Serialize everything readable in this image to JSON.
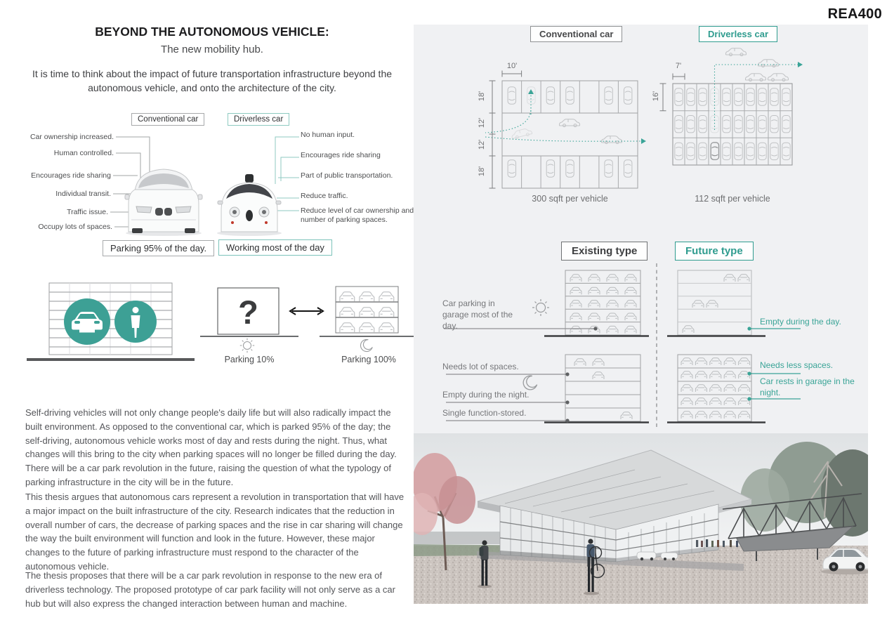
{
  "page": {
    "code": "REA400"
  },
  "colors": {
    "accent_teal": "#2f9c8f",
    "icon_teal": "#3da095",
    "text_dark": "#1d1d1f",
    "text_gray": "#55565a"
  },
  "left": {
    "title": "BEYOND THE AUTONOMOUS VEHICLE:",
    "subtitle": "The new mobility hub.",
    "intro": "It is time to think about the impact of future transportation infrastructure beyond the autonomous vehicle, and onto the architecture of the city.",
    "conventional": {
      "label": "Conventional car",
      "status": "Parking 95% of the day.",
      "traits": [
        "Car ownership increased.",
        "Human controlled.",
        "Encourages ride sharing",
        "Individual transit.",
        "Traffic issue.",
        "Occupy lots of spaces."
      ]
    },
    "driverless": {
      "label": "Driverless car",
      "status": "Working most of the day",
      "traits": [
        "No human input.",
        "Encourages ride sharing",
        "Part of public transportation.",
        "Reduce traffic.",
        "Reduce level of car ownership and number of parking spaces."
      ]
    },
    "cycle": {
      "question_mark": "?",
      "day_label": "Parking 10%",
      "night_label": "Parking 100%",
      "day_icon": "sun",
      "night_icon": "moon"
    },
    "paragraphs": [
      "Self-driving vehicles will not only change people's daily life but will also radically impact the built environment. As opposed to the conventional car, which is parked 95% of the day; the self-driving, autonomous vehicle works most of day and rests during the night. Thus, what changes will this bring to the city when parking spaces will no longer be filled during the day. There will be a car park revolution in the future, raising the question of what the typology of parking infrastructure in the city will be in the future.",
      "This thesis argues that autonomous cars represent a revolution in transportation that will have a major impact on the built infrastructure of the city. Research indicates that the reduction in overall number of cars, the decrease of parking spaces and the rise in car sharing will change the way the built environment will function and look in the future. However, these major changes to the future of parking infrastructure must respond to the character of the autonomous vehicle.",
      "The thesis proposes that there will be a car park revolution in response to the new era of driverless technology. The proposed prototype of car park facility will not only serve as a car hub but will also express the changed interaction between human and machine."
    ]
  },
  "right": {
    "lots": {
      "conventional": {
        "label": "Conventional car",
        "stall_width": "10'",
        "depths": [
          "18'",
          "12'",
          "12'",
          "18'"
        ],
        "caption": "300 sqft per vehicle"
      },
      "driverless": {
        "label": "Driverless car",
        "stall_width": "7'",
        "stall_depth": "16'",
        "caption": "112 sqft per vehicle"
      }
    },
    "types": {
      "existing": {
        "label": "Existing type",
        "day_annotation": "Car parking in garage most of the day.",
        "annotations": [
          "Needs lot of spaces.",
          "Empty during the night.",
          "Single function-stored."
        ]
      },
      "future": {
        "label": "Future type",
        "day_annotation": "Empty during the day.",
        "annotations": [
          "Needs less spaces.",
          "Car rests in garage in the night."
        ]
      }
    }
  }
}
